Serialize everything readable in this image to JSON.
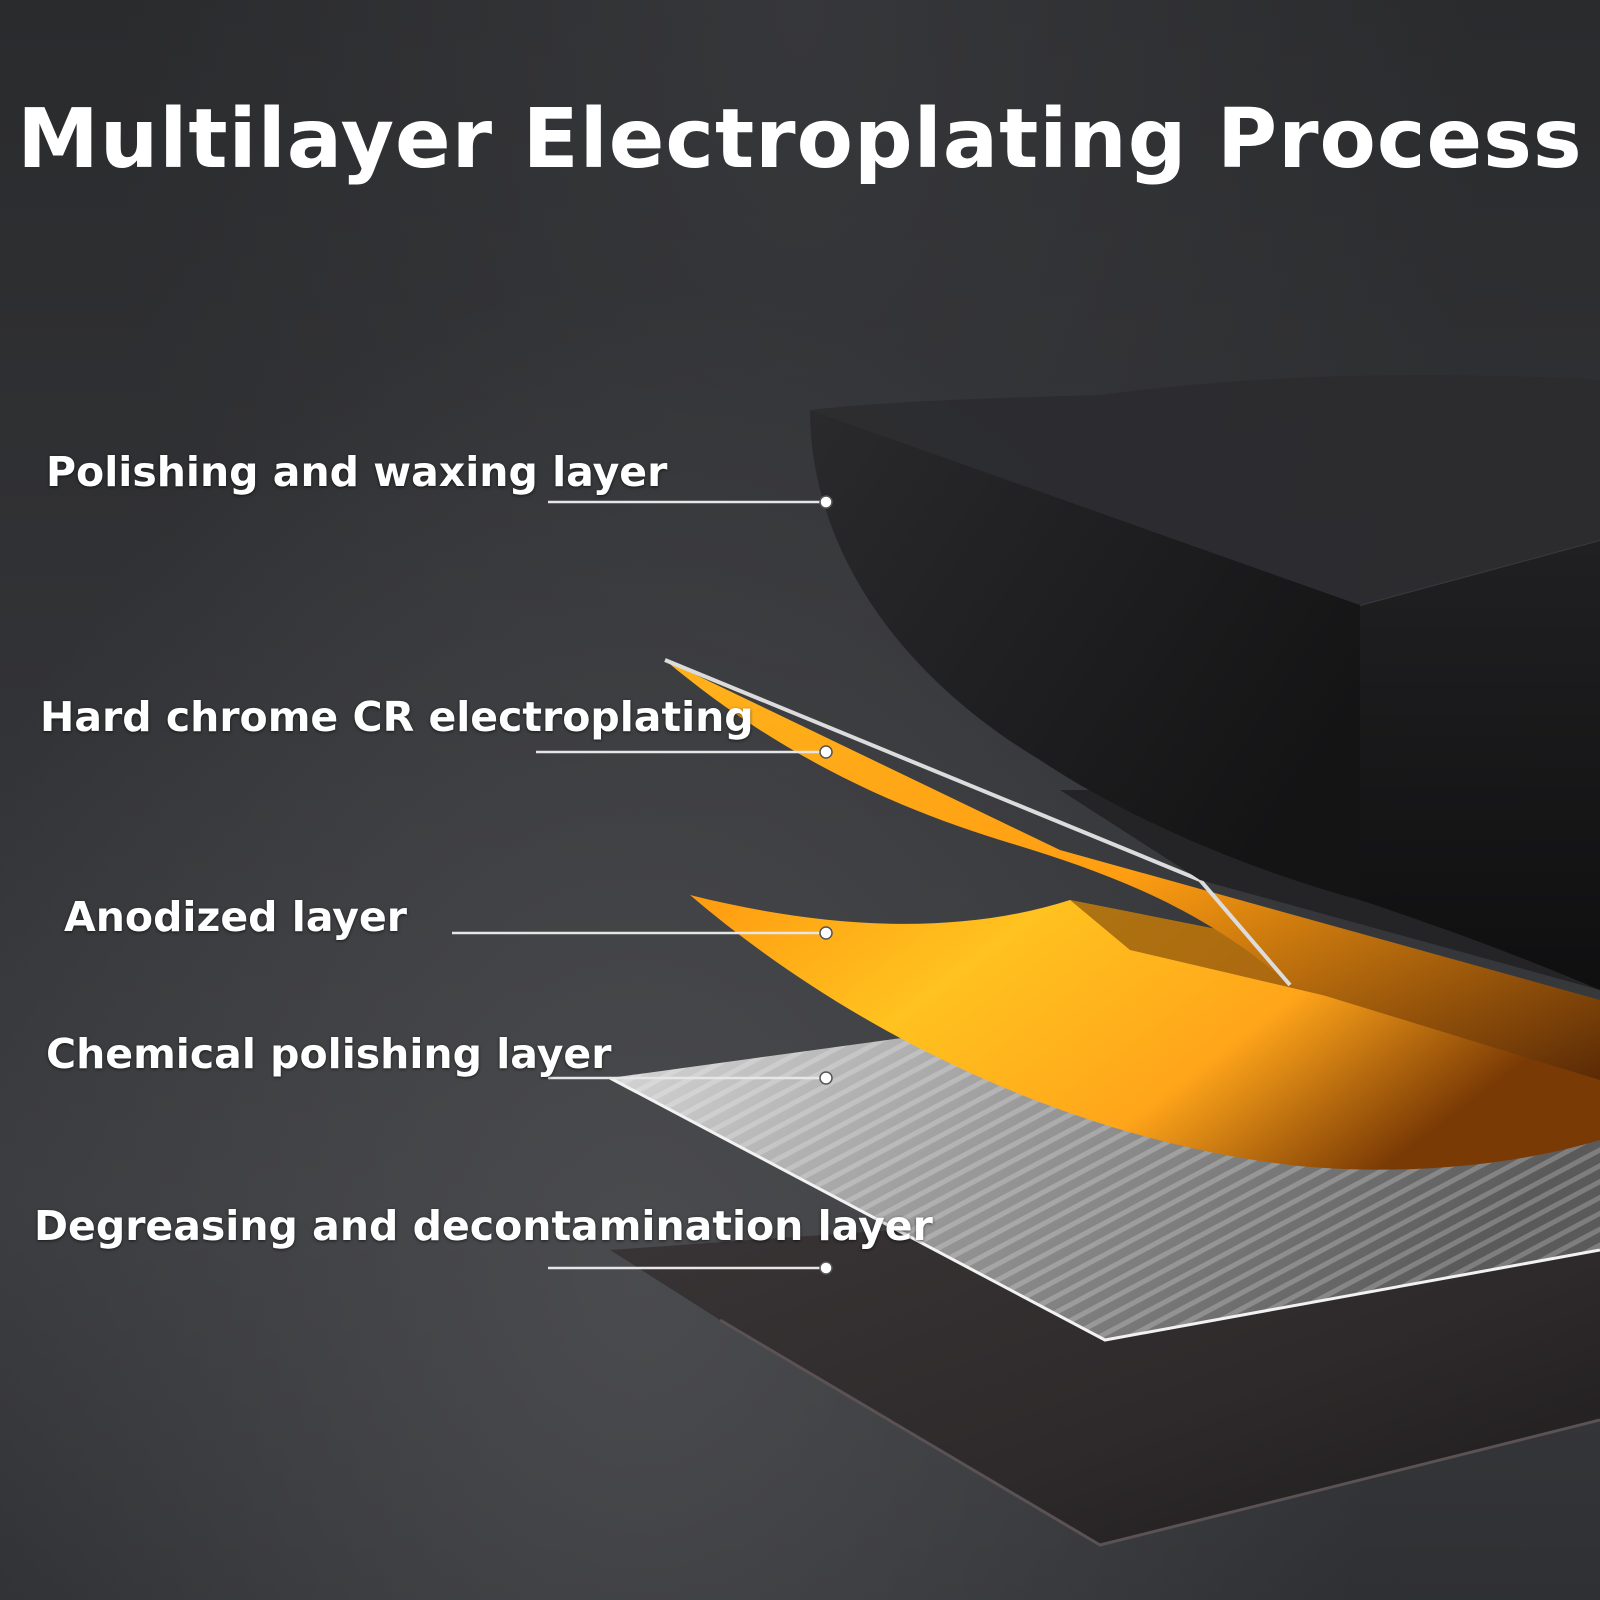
{
  "title": "Multilayer Electroplating Process",
  "layers": [
    {
      "label": "Polishing and waxing layer"
    },
    {
      "label": "Hard chrome CR electroplating"
    },
    {
      "label": "Anodized layer"
    },
    {
      "label": "Chemical polishing layer"
    },
    {
      "label": "Degreasing and decontamination layer"
    }
  ],
  "colors": {
    "background": "#2b2c2e",
    "text": "#ffffff",
    "accent_orange": "#ffab1a",
    "leader_line": "#e6e6e6"
  }
}
